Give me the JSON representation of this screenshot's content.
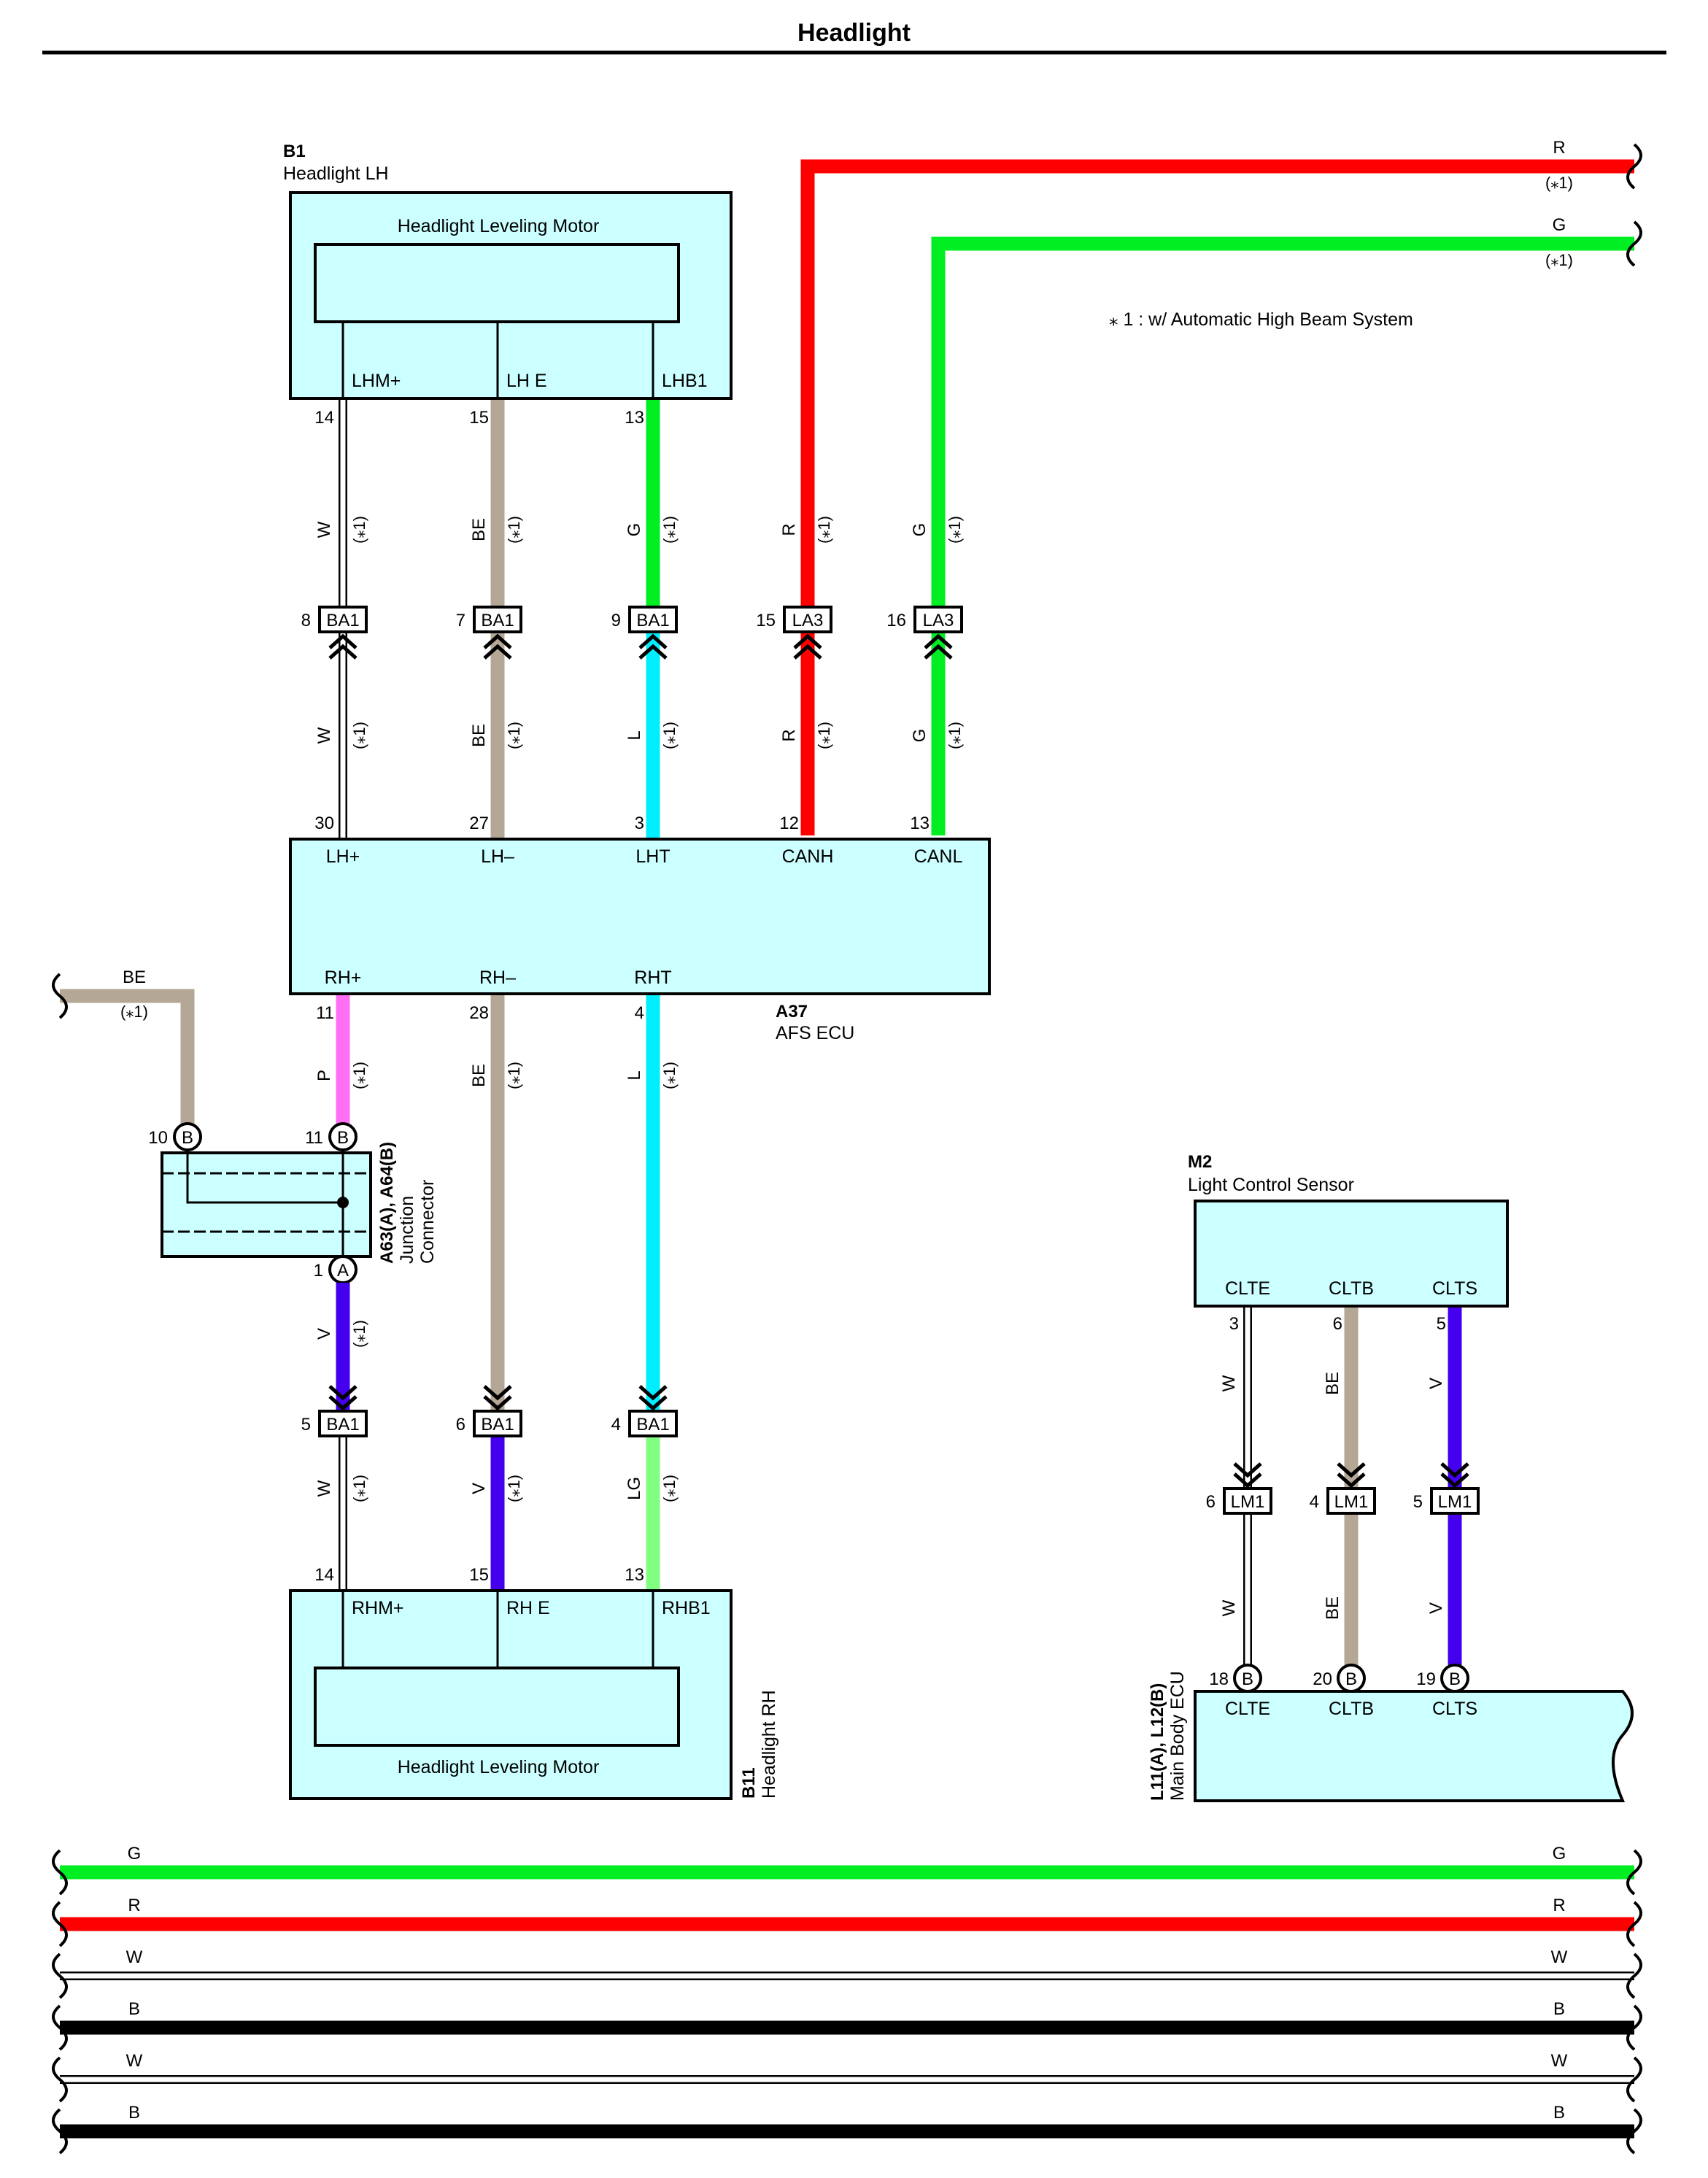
{
  "title": "Headlight",
  "note": "⁎ 1 : w/ Automatic High Beam System",
  "asterisk_label": "(⁎1)",
  "colors": {
    "box_fill": "#ccffff",
    "red": "#ff0000",
    "green": "#00ee22",
    "beige": "#b5a795",
    "pink": "#ff6ef5",
    "light_blue": "#00eeff",
    "violet": "#4400ee",
    "light_green": "#80ff80",
    "black": "#000000"
  },
  "components": {
    "b1": {
      "id": "B1",
      "name": "Headlight LH",
      "inner": "Headlight Leveling Motor",
      "terminals": [
        "LHM+",
        "LH E",
        "LHB1"
      ],
      "pins": [
        "14",
        "15",
        "13"
      ]
    },
    "a37": {
      "id": "A37",
      "name": "AFS ECU",
      "top_terminals": [
        "LH+",
        "LH–",
        "LHT",
        "CANH",
        "CANL"
      ],
      "top_pins": [
        "30",
        "27",
        "3",
        "12",
        "13"
      ],
      "bottom_terminals": [
        "RH+",
        "RH–",
        "RHT"
      ],
      "bottom_pins": [
        "11",
        "28",
        "4"
      ]
    },
    "b11": {
      "id": "B11",
      "name": "Headlight RH",
      "inner": "Headlight Leveling Motor",
      "terminals": [
        "RHM+",
        "RH E",
        "RHB1"
      ],
      "pins": [
        "14",
        "15",
        "13"
      ]
    },
    "a63": {
      "id": "A63(A), A64(B)",
      "name_line1": "Junction",
      "name_line2": "Connector",
      "pins": [
        "10",
        "11",
        "1"
      ],
      "letters": [
        "B",
        "B",
        "A"
      ]
    },
    "m2": {
      "id": "M2",
      "name": "Light Control Sensor",
      "terminals": [
        "CLTE",
        "CLTB",
        "CLTS"
      ],
      "pins": [
        "3",
        "6",
        "5"
      ]
    },
    "l11": {
      "id": "L11(A), L12(B)",
      "name": "Main Body ECU",
      "terminals": [
        "CLTE",
        "CLTB",
        "CLTS"
      ],
      "pins": [
        "18",
        "20",
        "19"
      ],
      "letters": [
        "B",
        "B",
        "B"
      ]
    }
  },
  "connectors": {
    "ba1_upper": {
      "label": "BA1",
      "pins": [
        "8",
        "7",
        "9"
      ]
    },
    "la3": {
      "label": "LA3",
      "pins": [
        "15",
        "16"
      ]
    },
    "ba1_lower": {
      "label": "BA1",
      "pins": [
        "5",
        "6",
        "4"
      ]
    },
    "lm1": {
      "label": "LM1",
      "pins": [
        "6",
        "4",
        "5"
      ]
    }
  },
  "wires": {
    "b1_upper": [
      "W",
      "BE",
      "G",
      "R",
      "G"
    ],
    "b1_lower": [
      "W",
      "BE",
      "L",
      "R",
      "G"
    ],
    "top_right": [
      "R",
      "G"
    ],
    "a37_lower": [
      "P",
      "BE",
      "L"
    ],
    "left_be": "BE",
    "junction_out": "V",
    "b11_upper": [
      "W",
      "V",
      "LG"
    ],
    "m2_upper": [
      "W",
      "BE",
      "V"
    ],
    "m2_lower": [
      "W",
      "BE",
      "V"
    ],
    "buses": [
      "G",
      "R",
      "W",
      "B",
      "W",
      "B"
    ]
  }
}
